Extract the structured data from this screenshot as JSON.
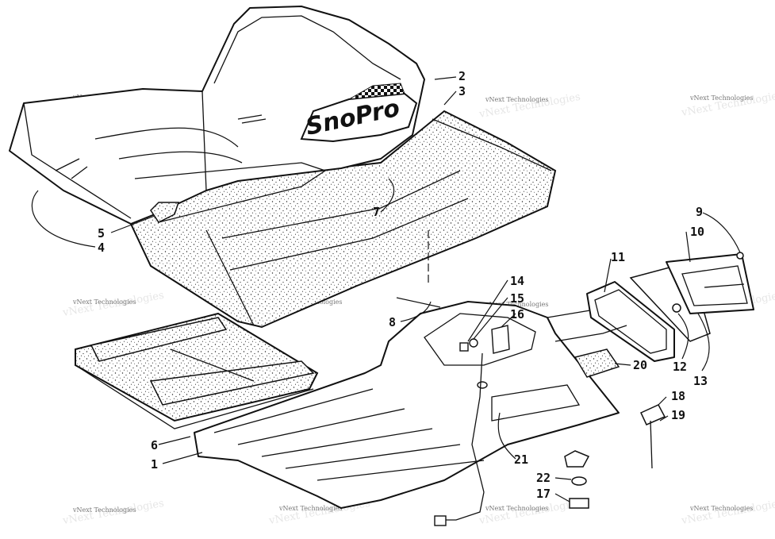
{
  "diagram": {
    "callouts": [
      "1",
      "2",
      "3",
      "4",
      "5",
      "6",
      "7",
      "8",
      "9",
      "10",
      "11",
      "12",
      "13",
      "14",
      "15",
      "16",
      "17",
      "18",
      "19",
      "20",
      "21",
      "22"
    ],
    "logo_text": "SnoPro",
    "watermark_text": "vNext Technologies"
  },
  "colors": {
    "ink": "#111111",
    "background": "#ffffff",
    "watermark": "#777777"
  }
}
